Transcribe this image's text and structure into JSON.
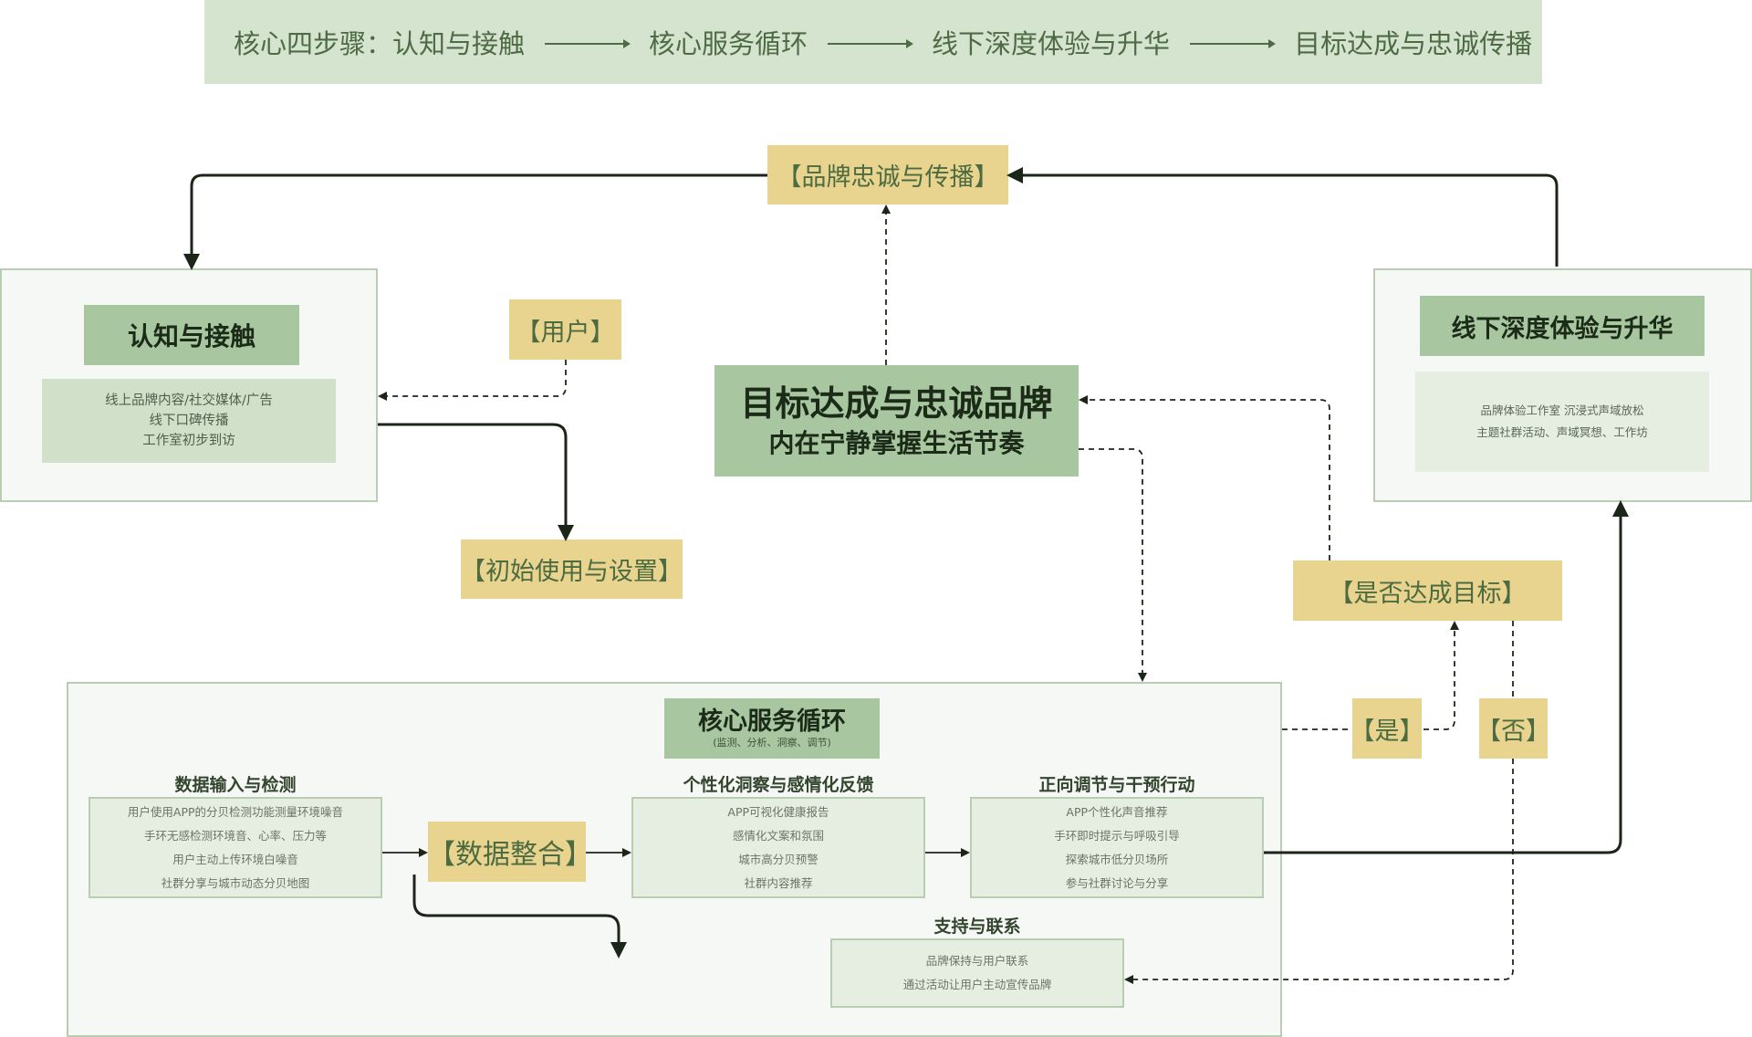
{
  "header": {
    "prefix": "核心四步骤：",
    "steps": [
      "认知与接触",
      "核心服务循环",
      "线下深度体验与升华",
      "目标达成与忠诚传播"
    ]
  },
  "awareness": {
    "title": "认知与接触",
    "items": [
      "线上品牌内容/社交媒体/广告",
      "线下口碑传播",
      "工作室初步到访"
    ]
  },
  "offline": {
    "title": "线下深度体验与升华",
    "items": [
      "品牌体验工作室 沉浸式声域放松",
      "主题社群活动、声域冥想、工作坊"
    ]
  },
  "goal": {
    "title": "目标达成与忠诚品牌",
    "subtitle": "内在宁静掌握生活节奏"
  },
  "tags": {
    "loyalty": "【品牌忠诚与传播】",
    "user": "【用户】",
    "initial": "【初始使用与设置】",
    "achieved": "【是否达成目标】",
    "yes": "【是】",
    "no": "【否】",
    "integration": "【数据整合】"
  },
  "core": {
    "title": "核心服务循环",
    "subtitle": "(监测、分析、洞察、调节)",
    "input": {
      "title": "数据输入与检测",
      "items": [
        "用户使用APP的分贝检测功能测量环境噪音",
        "手环无感检测环境音、心率、压力等",
        "用户主动上传环境白噪音",
        "社群分享与城市动态分贝地图"
      ]
    },
    "insight": {
      "title": "个性化洞察与感情化反馈",
      "items": [
        "APP可视化健康报告",
        "感情化文案和氛围",
        "城市高分贝预警",
        "社群内容推荐"
      ]
    },
    "action": {
      "title": "正向调节与干预行动",
      "items": [
        "APP个性化声音推荐",
        "手环即时提示与呼吸引导",
        "探索城市低分贝场所",
        "参与社群讨论与分享"
      ]
    },
    "support": {
      "title": "支持与联系",
      "items": [
        "品牌保持与用户联系",
        "通过活动让用户主动宣传品牌"
      ]
    }
  },
  "colors": {
    "header_bg": "#d5e4cf",
    "title_green": "#a8c6a0",
    "tag_yellow": "#e8d38f",
    "text_green": "#4c6b40",
    "line": "#1b2618"
  }
}
